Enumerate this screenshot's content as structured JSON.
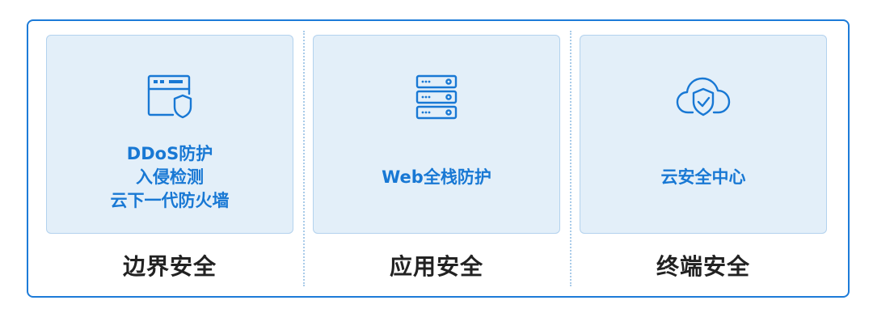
{
  "columns": [
    {
      "items": [
        "DDoS防护",
        "入侵检测",
        "云下一代防火墙"
      ],
      "caption": "边界安全",
      "icon": "browser-shield-icon"
    },
    {
      "items": [
        "Web全栈防护"
      ],
      "caption": "应用安全",
      "icon": "server-stack-icon"
    },
    {
      "items": [
        "云安全中心"
      ],
      "caption": "终端安全",
      "icon": "cloud-shield-icon"
    }
  ],
  "colors": {
    "accent": "#1878d4",
    "card_bg": "#e3eff9",
    "border": "#1d7bd8"
  }
}
